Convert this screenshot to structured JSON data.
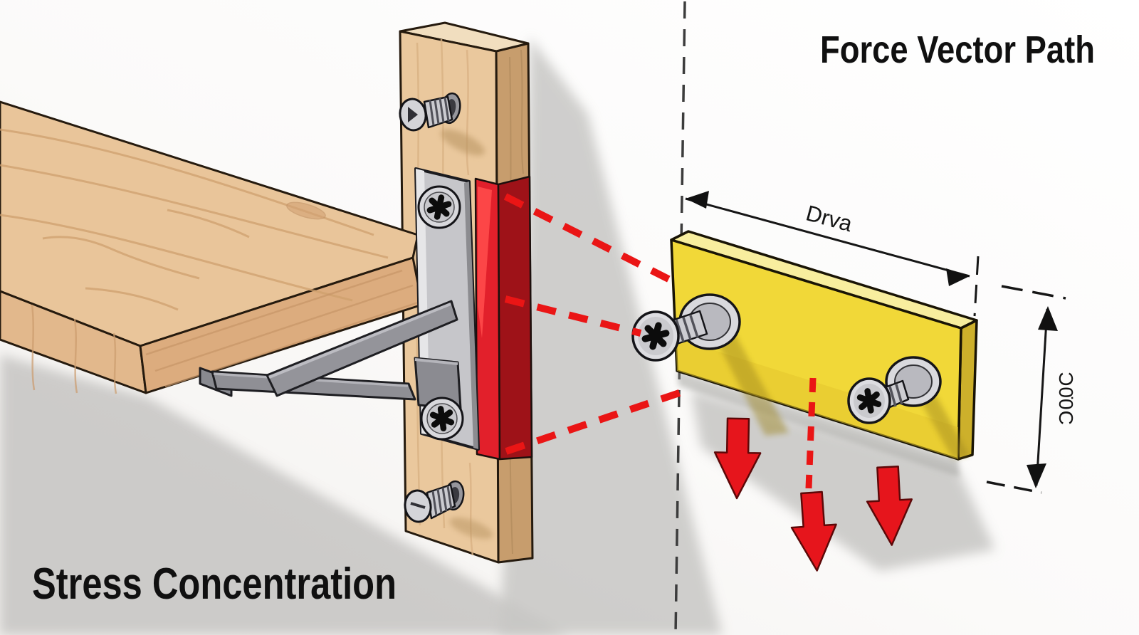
{
  "labels": {
    "force_vector_path": "Force Vector Path",
    "stress_concentration": "Stress Concentration",
    "width_dimension": "Drva",
    "height_dimension": "Ɔ0̇0C"
  },
  "colors": {
    "stress_highlight_red": "#e2202b",
    "stress_side_red": "#9e1218",
    "force_arrow_red": "#e6151c",
    "detail_plate_yellow": "#f1d838",
    "wood_light": "#e9c59a",
    "metal_gray": "#c6c6ca",
    "outline_dark": "#1b140b",
    "background": "#ffffff"
  }
}
